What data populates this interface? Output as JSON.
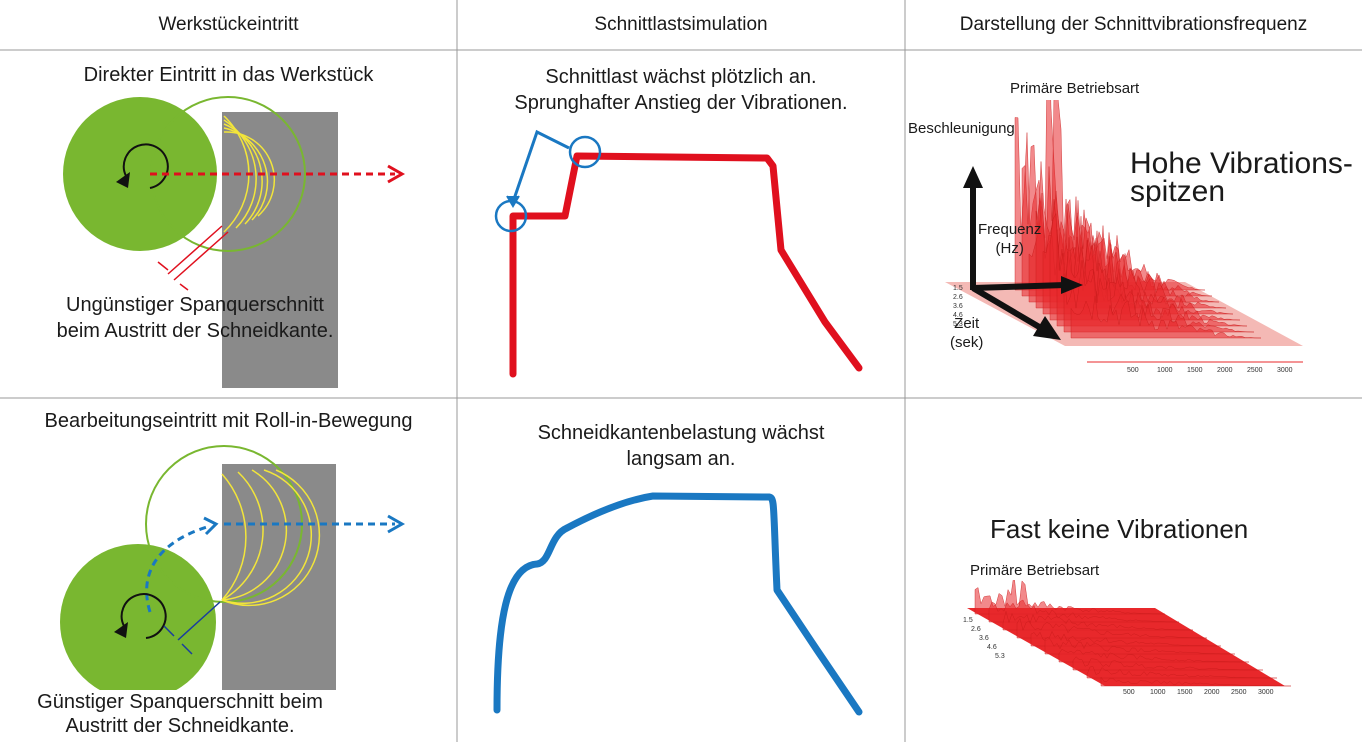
{
  "headers": {
    "col1": "Werkstückeintritt",
    "col2": "Schnittlastsimulation",
    "col3": "Darstellung der Schnittvibrationsfrequenz"
  },
  "row1": {
    "entry_title": "Direkter Eintritt in das Werkstück",
    "entry_note_1": "Ungünstiger Spanquerschnitt",
    "entry_note_2": "beim Austritt der Schneidkante.",
    "load_caption_1": "Schnittlast wächst plötzlich an.",
    "load_caption_2": "Sprunghafter Anstieg der Vibrationen.",
    "freq_mode": "Primäre Betriebsart",
    "axis_acceleration": "Beschleunigung",
    "axis_frequency": "Frequenz",
    "axis_frequency_unit": "(Hz)",
    "axis_time": "Zeit",
    "axis_time_unit": "(sek)",
    "peaks_1": "Hohe Vibrations-",
    "peaks_2": "spitzen"
  },
  "row2": {
    "entry_title": "Bearbeitungseintritt mit Roll-in-Bewegung",
    "entry_note_1": "Günstiger Spanquerschnitt beim",
    "entry_note_2": "Austritt der Schneidkante.",
    "load_caption_1": "Schneidkantenbelastung wächst",
    "load_caption_2": "langsam an.",
    "freq_heading": "Fast keine Vibrationen",
    "freq_mode": "Primäre Betriebsart"
  },
  "spectrum_ticks_x": [
    "500",
    "1000",
    "1500",
    "2000",
    "2500",
    "3000"
  ],
  "spectrum_ticks_t": [
    "1.5",
    "2.6",
    "3.6",
    "4.6",
    "5.3"
  ],
  "colors": {
    "cutter": "#79b730",
    "workpiece": "#8a8a8a",
    "load_sudden": "#e0101e",
    "load_gradual": "#1a78c2",
    "spectrum": "#e8282b"
  }
}
